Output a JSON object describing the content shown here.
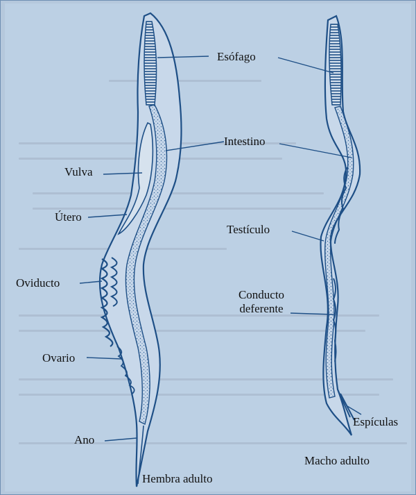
{
  "labels": {
    "esofago": "Esófago",
    "intestino": "Intestino",
    "vulva": "Vulva",
    "utero": "Útero",
    "testiculo": "Testículo",
    "oviducto": "Oviducto",
    "conducto_line1": "Conducto",
    "conducto_line2": "deferente",
    "ovario": "Ovario",
    "espiculas": "Espículas",
    "ano": "Ano",
    "macho": "Macho adulto",
    "hembra": "Hembra adulto"
  },
  "colors": {
    "background": "#bcd0e4",
    "outline": "#1e4f86",
    "body_fill": "#c8d8ea",
    "text": "#111111"
  }
}
